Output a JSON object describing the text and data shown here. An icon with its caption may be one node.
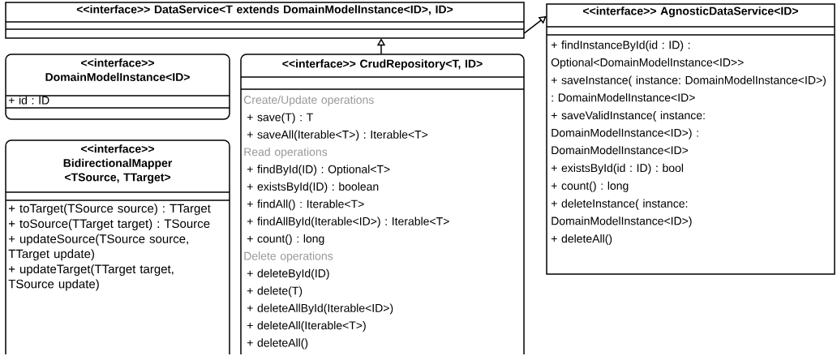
{
  "diagram": {
    "nodes": [
      {
        "text": [
          "<<interface>> DataService<T extends DomainModelInstance<ID>, ID>"
        ]
      },
      {
        "text": [
          "<<interface>> AgnosticDataService<ID>",
          "+ findInstanceById(id : ID) : Optional<DomainModelInstance<ID>>",
          "+ saveInstance( instance: DomainModelInstance<ID>) : DomainModelInstance<ID>",
          "+ saveValidInstance( instance: DomainModelInstance<ID>) : DomainModelInstance<ID>",
          "+ existsById(id : ID) : bool",
          "+ count() : long",
          "+ deleteInstance( instance: DomainModelInstance<ID>)",
          "+ deleteAll()"
        ]
      },
      {
        "text": [
          "<<interface>> DomainModelInstance<ID>",
          "+ id : ID"
        ]
      },
      {
        "text": [
          "<<interface>> CrudRepository<T, ID>",
          "Create/Update operations",
          "+ save(T) : T",
          "+ saveAll(Iterable<T>) : Iterable<T>",
          "Read operations",
          "+ findById(ID) : Optional<T>",
          "+ existsById(ID) : boolean",
          "+ findAll() : Iterable<T>",
          "+ findAllById(Iterable<ID>) : Iterable<T>",
          "+ count() : long",
          "Delete operations",
          "+ deleteById(ID)",
          "+ delete(T)",
          "+ deleteAllById(Iterable<ID>)",
          "+ deleteAll(Iterable<T>)",
          "+ deleteAll()"
        ]
      },
      {
        "text": [
          "<<interface>> BidirectionalMapper <TSource, TTarget>",
          "+ toTarget(TSource source) : TTarget",
          "+ toSource(TTarget target) : TSource",
          "+ updateSource(TSource source, TTarget update)",
          "+ updateTarget(TTarget target, TSource update)"
        ]
      }
    ],
    "edges": [
      {
        "from": 3,
        "to": 0,
        "arrow": "to"
      },
      {
        "from": 0,
        "to": 1,
        "arrow": "to"
      }
    ]
  }
}
